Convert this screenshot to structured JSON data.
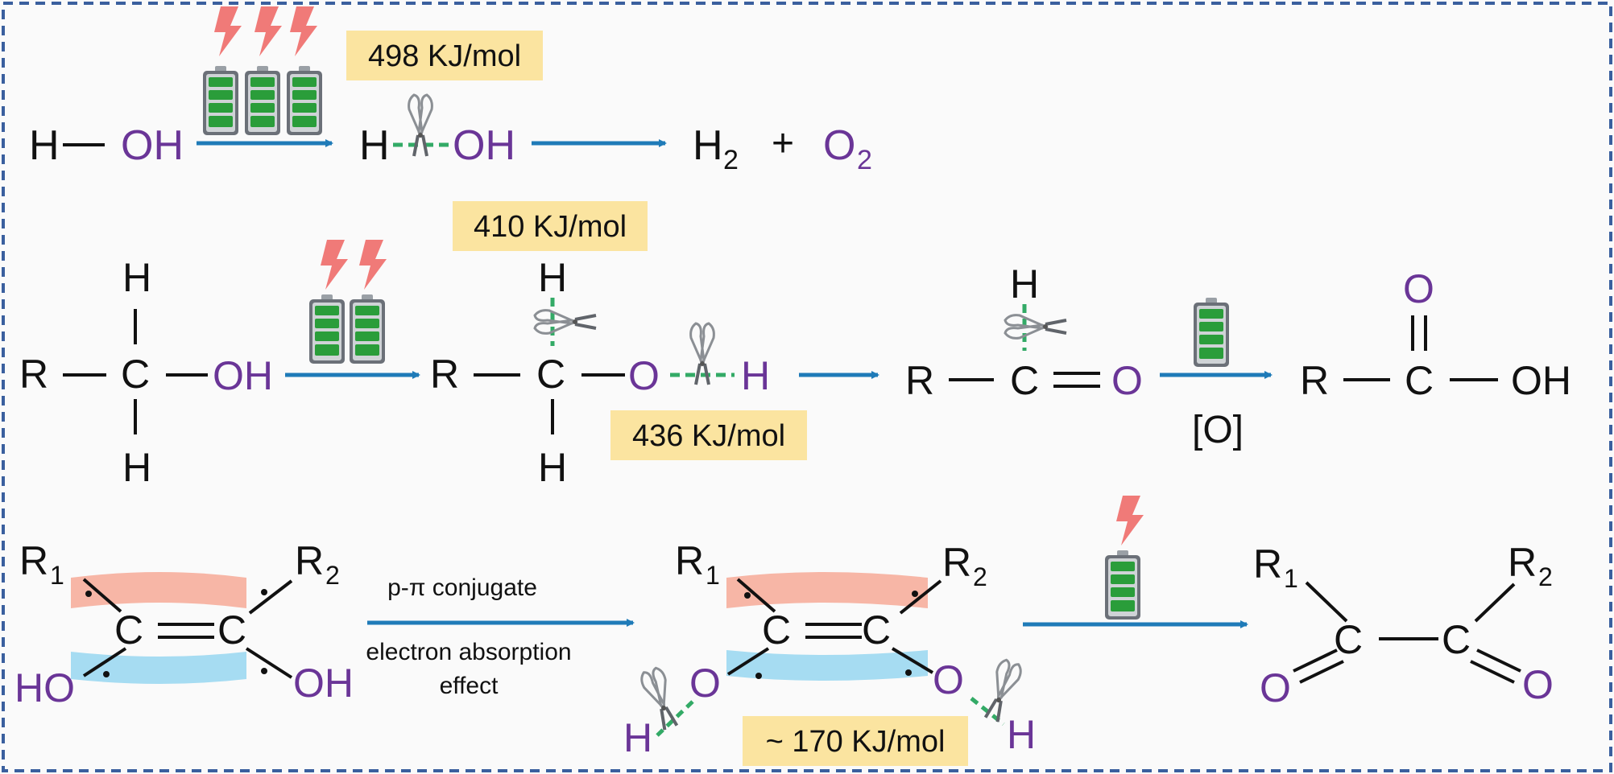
{
  "colors": {
    "frame": "#3a5f9e",
    "arrow": "#1f7bb8",
    "label_bg": "#fbe4a0",
    "oxygen": "#6a3597",
    "cleave": "#33aa66",
    "bolt": "#f07a78",
    "battery": "#2a9d3a",
    "orbital_top": "#f7b6a6",
    "orbital_bottom": "#a6dcf2"
  },
  "icons": [
    "lightning-bolt-icon",
    "battery-icon",
    "scissors-icon"
  ],
  "rxn1": {
    "reactant": {
      "h": "H",
      "oh": "OH"
    },
    "inter": {
      "h": "H",
      "oh": "OH"
    },
    "energy": "498 KJ/mol",
    "product": {
      "h2": "H",
      "h2_sub": "2",
      "plus": "+",
      "o2": "O",
      "o2_sub": "2"
    }
  },
  "rxn2": {
    "reactant": {
      "r": "R",
      "c": "C",
      "h_top": "H",
      "h_bottom": "H",
      "oh": "OH"
    },
    "inter": {
      "r": "R",
      "c": "C",
      "h_top": "H",
      "h_bottom": "H",
      "o": "O",
      "h": "H"
    },
    "energy_ch": "410 KJ/mol",
    "energy_oh": "436 KJ/mol",
    "aldehyde": {
      "h": "H",
      "r": "R",
      "c": "C",
      "o": "O"
    },
    "oxidant": "[O]",
    "acid": {
      "o": "O",
      "r": "R",
      "c": "C",
      "oh": "OH"
    }
  },
  "rxn3": {
    "reactant": {
      "r1": "R",
      "r1_sub": "1",
      "r2": "R",
      "r2_sub": "2",
      "c_left": "C",
      "c_right": "C",
      "ho": "HO",
      "oh": "OH"
    },
    "effect_line1": "p-π conjugate",
    "effect_line2": "electron absorption",
    "effect_line3": "effect",
    "inter": {
      "r1": "R",
      "r1_sub": "1",
      "r2": "R",
      "r2_sub": "2",
      "c_left": "C",
      "c_right": "C",
      "o_left": "O",
      "o_right": "O",
      "h_left": "H",
      "h_right": "H"
    },
    "energy": "~ 170 KJ/mol",
    "product": {
      "r1": "R",
      "r1_sub": "1",
      "r2": "R",
      "r2_sub": "2",
      "c_left": "C",
      "c_right": "C",
      "o_left": "O",
      "o_right": "O"
    }
  }
}
